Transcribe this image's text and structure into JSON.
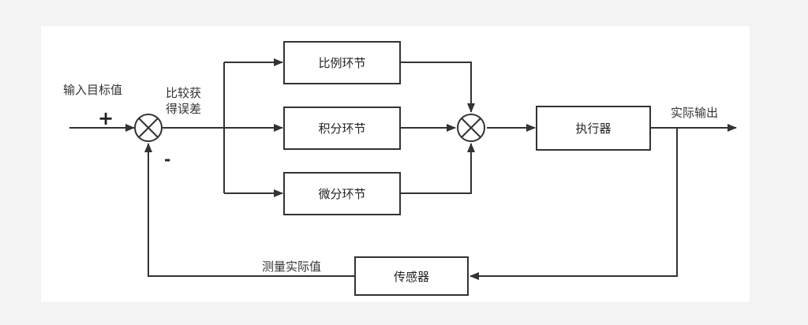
{
  "labels": {
    "input": "输入目标值",
    "error_line1": "比较获",
    "error_line2": "得误差",
    "plus": "+",
    "minus": "-",
    "output": "实际输出",
    "measured": "测量实际值"
  },
  "blocks": {
    "proportional": "比例环节",
    "integral": "积分环节",
    "derivative": "微分环节",
    "actuator": "执行器",
    "sensor": "传感器"
  },
  "colors": {
    "line": "#333333",
    "box_border": "#333333",
    "box_fill": "#ffffff",
    "page_bg": "#f3f3f3"
  }
}
